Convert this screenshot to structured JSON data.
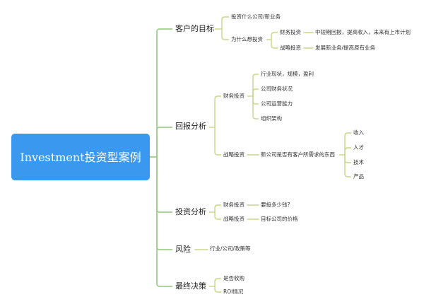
{
  "root": {
    "label": "Investment投资型案例"
  },
  "branches": [
    {
      "label": "客户的目标",
      "children": [
        {
          "label": "投资什么公司/新业务",
          "children": []
        },
        {
          "label": "为什么想投资",
          "children": [
            {
              "label": "财务投资",
              "children": [
                {
                  "label": "中短期回报，提高收入，未来有上市计划"
                }
              ]
            },
            {
              "label": "战略投资",
              "children": [
                {
                  "label": "发展新业务/提高原有业务"
                }
              ]
            }
          ]
        }
      ]
    },
    {
      "label": "回报分析",
      "children": [
        {
          "label": "财务投资",
          "children": [
            {
              "label": "行业现状，规模，盈利"
            },
            {
              "label": "公司财务状况"
            },
            {
              "label": "公司运营能力"
            },
            {
              "label": "组织架构"
            }
          ]
        },
        {
          "label": "战略投资",
          "children": [
            {
              "label": "新公司是否有客户所需求的东西",
              "children": [
                {
                  "label": "收入"
                },
                {
                  "label": "人才"
                },
                {
                  "label": "技术"
                },
                {
                  "label": "产品"
                }
              ]
            }
          ]
        }
      ]
    },
    {
      "label": "投资分析",
      "children": [
        {
          "label": "财务投资",
          "children": [
            {
              "label": "要投多少钱?"
            }
          ]
        },
        {
          "label": "战略投资",
          "children": [
            {
              "label": "目标公司的价格"
            }
          ]
        }
      ]
    },
    {
      "label": "风险",
      "children": [
        {
          "label": "行业/公司/政策等"
        }
      ]
    },
    {
      "label": "最终决策",
      "children": [
        {
          "label": "是否收购"
        },
        {
          "label": "ROI情况"
        }
      ]
    }
  ],
  "colors": {
    "root_fill": "#3a99ee",
    "line_main": "#9fd08c",
    "line_sub": "#c9d58c"
  }
}
